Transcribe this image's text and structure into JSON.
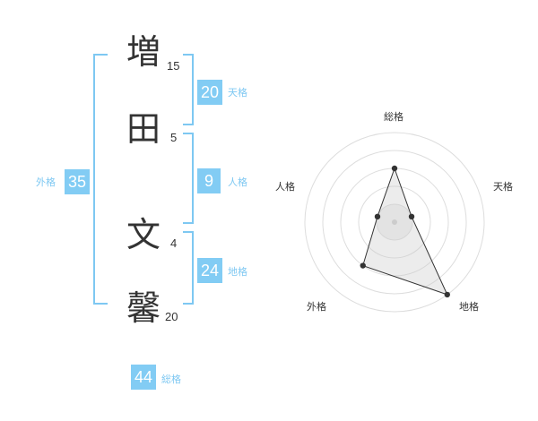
{
  "colors": {
    "accent": "#82ccf4",
    "bracket": "#7ec8f2",
    "text": "#333333",
    "grid": "#dddddd",
    "fill": "#f2f2f2"
  },
  "name": {
    "characters": [
      {
        "char": "増",
        "strokes": "15"
      },
      {
        "char": "田",
        "strokes": "5"
      },
      {
        "char": "文",
        "strokes": "4"
      },
      {
        "char": "馨",
        "strokes": "20"
      }
    ]
  },
  "fortune": {
    "ten": {
      "value": "20",
      "label": "天格"
    },
    "jin": {
      "value": "9",
      "label": "人格"
    },
    "chi": {
      "value": "24",
      "label": "地格"
    },
    "gai": {
      "value": "35",
      "label": "外格"
    },
    "total": {
      "value": "44",
      "label": "総格"
    }
  },
  "radar": {
    "axes": [
      "総格",
      "天格",
      "地格",
      "外格",
      "人格"
    ],
    "levels": 5,
    "max": 5,
    "values": [
      3,
      1,
      5,
      3,
      1
    ]
  }
}
